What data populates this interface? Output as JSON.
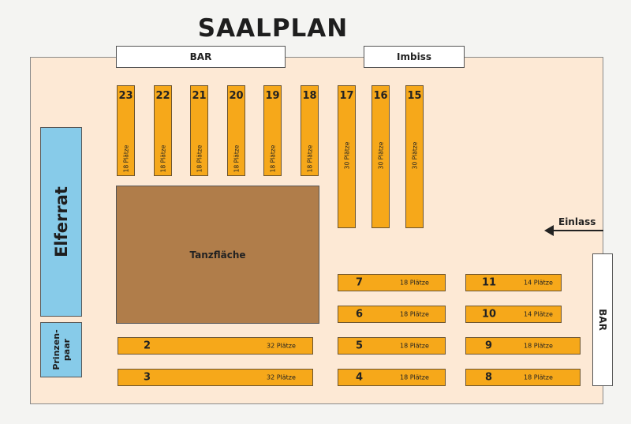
{
  "title": "SAALPLAN",
  "bar_top": "BAR",
  "imbiss": "Imbiss",
  "bar_right": "BAR",
  "dance_floor": "Tanzfläche",
  "elferrat": "Elferrat",
  "prinzenpaar": "Prinzen-\npaar",
  "entrance": "Einlass",
  "tables": [
    {
      "number": "23",
      "seats": "18 Plätze"
    },
    {
      "number": "22",
      "seats": "18 Plätze"
    },
    {
      "number": "21",
      "seats": "18 Plätze"
    },
    {
      "number": "20",
      "seats": "18 Plätze"
    },
    {
      "number": "19",
      "seats": "18 Plätze"
    },
    {
      "number": "18",
      "seats": "18 Plätze"
    },
    {
      "number": "17",
      "seats": "30 Plätze"
    },
    {
      "number": "16",
      "seats": "30 Plätze"
    },
    {
      "number": "15",
      "seats": "30 Plätze"
    },
    {
      "number": "2",
      "seats": "32 Plätze"
    },
    {
      "number": "3",
      "seats": "32 Plätze"
    },
    {
      "number": "7",
      "seats": "18 Plätze"
    },
    {
      "number": "6",
      "seats": "18 Plätze"
    },
    {
      "number": "5",
      "seats": "18 Plätze"
    },
    {
      "number": "4",
      "seats": "18 Plätze"
    },
    {
      "number": "11",
      "seats": "14 Plätze"
    },
    {
      "number": "10",
      "seats": "14 Plätze"
    },
    {
      "number": "9",
      "seats": "18 Plätze"
    },
    {
      "number": "8",
      "seats": "18 Plätze"
    }
  ]
}
